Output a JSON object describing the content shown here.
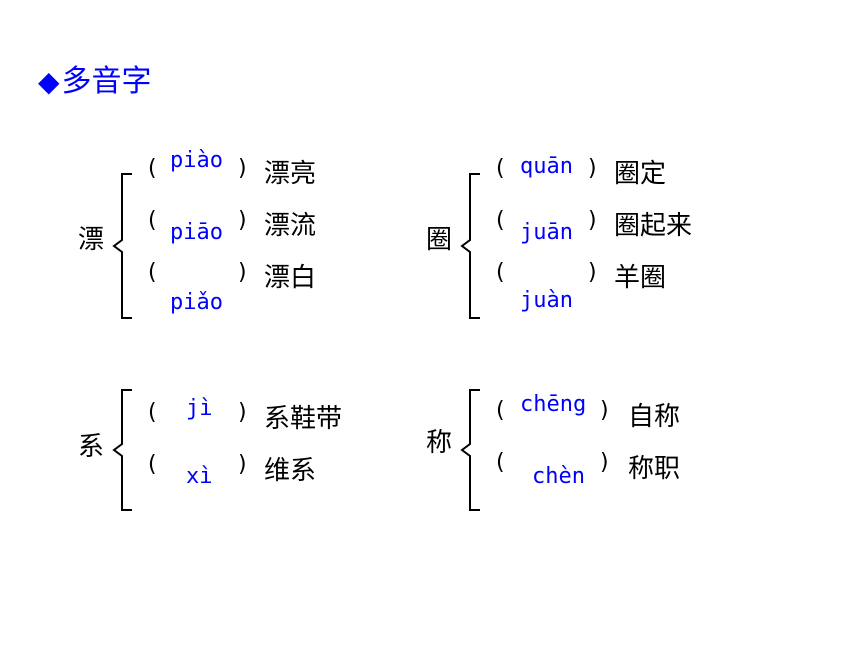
{
  "title": {
    "text": "多音字",
    "bullet": "◆"
  },
  "accent_color": "#0000ff",
  "groups": [
    {
      "char": "漂",
      "items": [
        {
          "pinyin": "piào",
          "word": "漂亮"
        },
        {
          "pinyin": "piāo",
          "word": "漂流"
        },
        {
          "pinyin": "piǎo",
          "word": "漂白"
        }
      ]
    },
    {
      "char": "圈",
      "items": [
        {
          "pinyin": "quān",
          "word": "圈定"
        },
        {
          "pinyin": "juān",
          "word": "圈起来"
        },
        {
          "pinyin": "juàn",
          "word": "羊圈"
        }
      ]
    },
    {
      "char": "系",
      "items": [
        {
          "pinyin": "jì",
          "word": "系鞋带"
        },
        {
          "pinyin": "xì",
          "word": "维系"
        }
      ]
    },
    {
      "char": "称",
      "items": [
        {
          "pinyin": "chēng",
          "word": "自称"
        },
        {
          "pinyin": "chèn",
          "word": "称职"
        }
      ]
    }
  ],
  "parens": {
    "open": "(",
    "close": ")"
  }
}
